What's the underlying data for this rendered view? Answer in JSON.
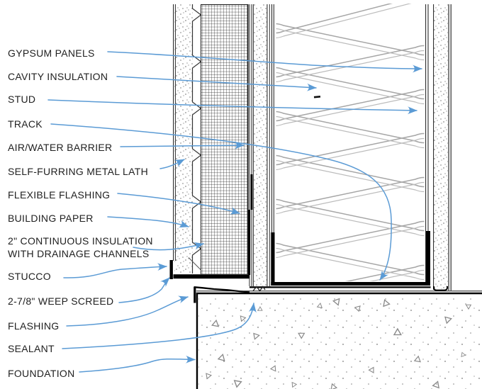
{
  "figure": {
    "kind": "wall-section-detail",
    "colors": {
      "leader_blue": "#5b9bd5",
      "linework": "#1a1a1a",
      "batt_gray": "#a6a6a6"
    }
  },
  "labels": [
    {
      "id": "gypsum-panels",
      "text": "GYPSUM PANELS"
    },
    {
      "id": "cavity-insulation",
      "text": "CAVITY INSULATION"
    },
    {
      "id": "stud",
      "text": "STUD"
    },
    {
      "id": "track",
      "text": "TRACK"
    },
    {
      "id": "air-water-barrier",
      "text": "AIR/WATER BARRIER"
    },
    {
      "id": "self-furring-metal-lath",
      "text": "SELF-FURRING METAL LATH"
    },
    {
      "id": "flexible-flashing",
      "text": "FLEXIBLE FLASHING"
    },
    {
      "id": "building-paper",
      "text": "BUILDING PAPER"
    },
    {
      "id": "continuous-insulation",
      "text": "2\" CONTINUOUS INSULATION",
      "text2": "WITH DRAINAGE CHANNELS"
    },
    {
      "id": "stucco",
      "text": "STUCCO"
    },
    {
      "id": "weep-screed",
      "text": "2-7/8\" WEEP SCREED"
    },
    {
      "id": "flashing",
      "text": "FLASHING"
    },
    {
      "id": "sealant",
      "text": "SEALANT"
    },
    {
      "id": "foundation",
      "text": "FOUNDATION"
    }
  ]
}
